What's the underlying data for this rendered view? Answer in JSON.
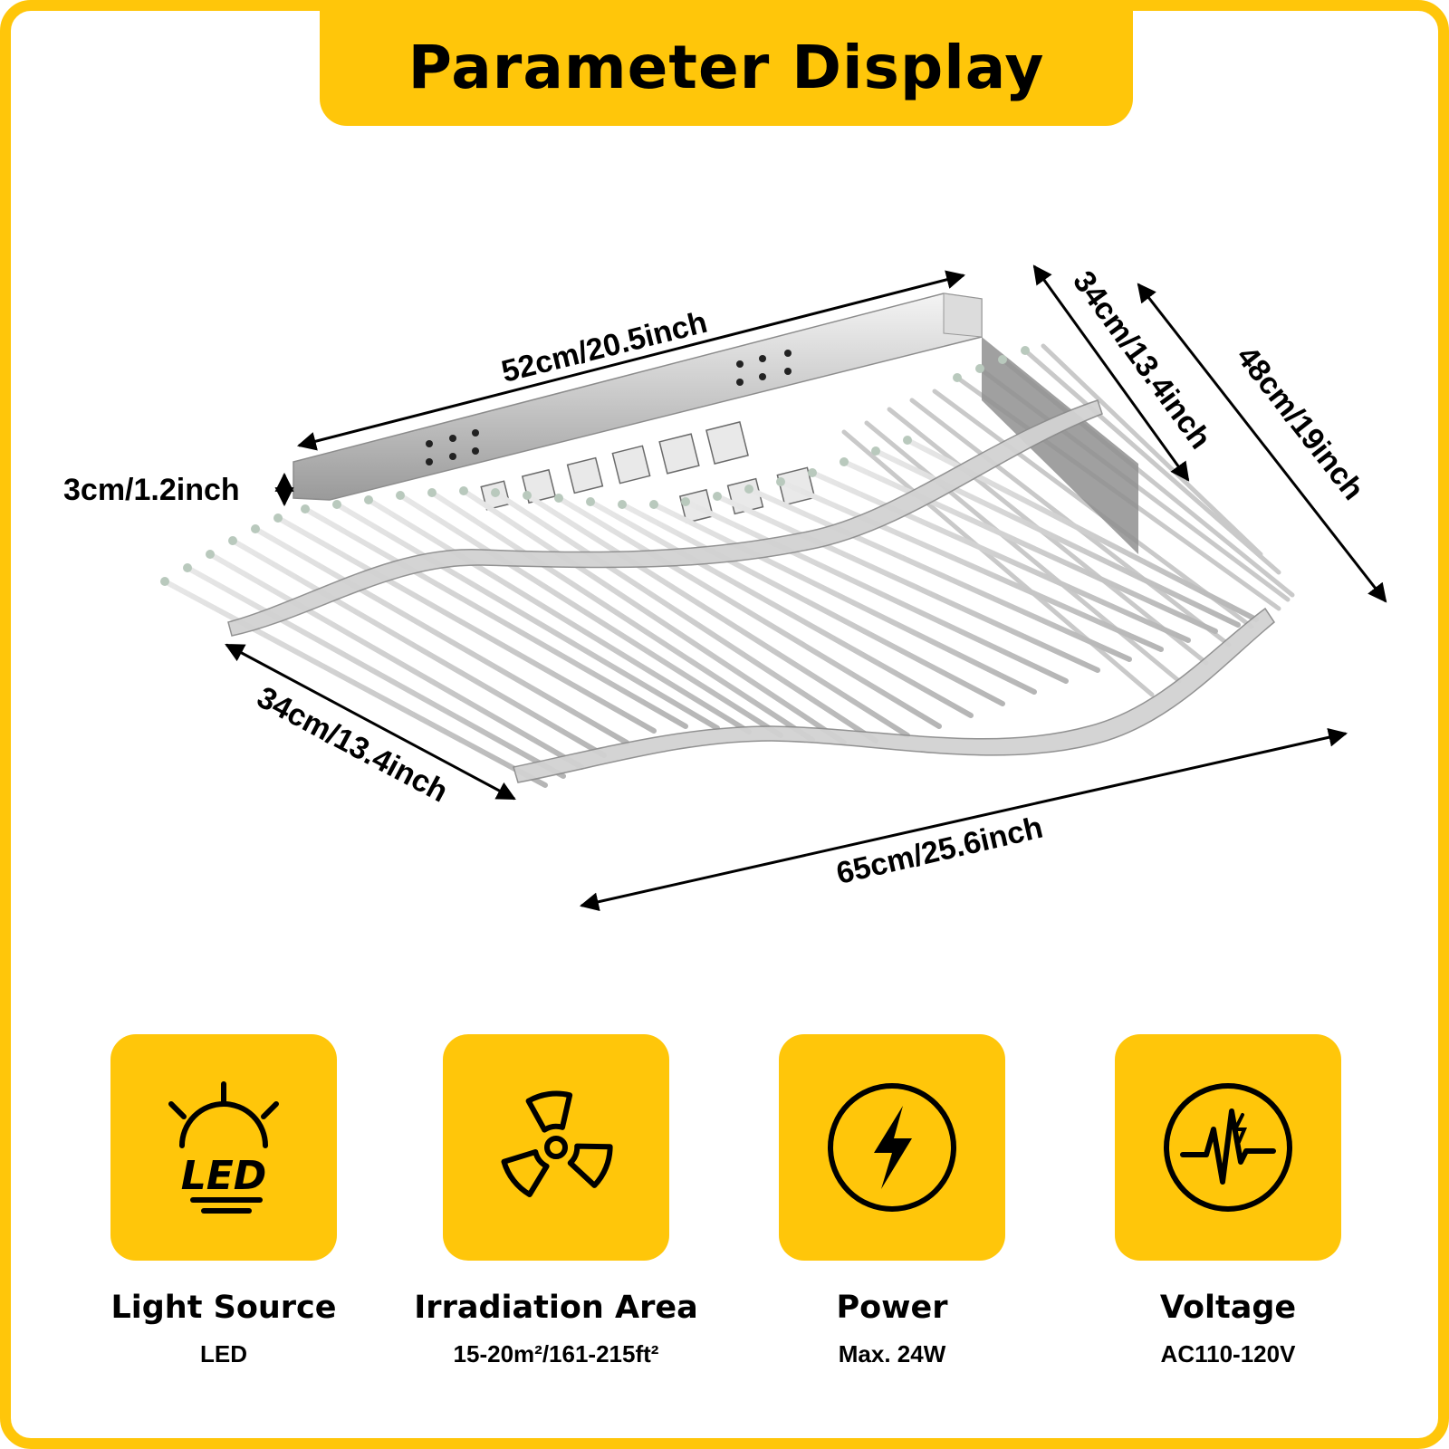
{
  "header": {
    "title": "Parameter Display"
  },
  "dimensions": {
    "top_length": "52cm/20.5inch",
    "right_depth_inner": "34cm/13.4inch",
    "right_depth_outer": "48cm/19inch",
    "height": "3cm/1.2inch",
    "left_depth": "34cm/13.4inch",
    "bottom_length": "65cm/25.6inch"
  },
  "features": [
    {
      "icon": "led-icon",
      "title": "Light Source",
      "value": "LED",
      "icon_text": "LED"
    },
    {
      "icon": "radiation-icon",
      "title": "Irradiation Area",
      "value": "15-20m²/161-215ft²"
    },
    {
      "icon": "lightning-bolt-icon",
      "title": "Power",
      "value": "Max. 24W"
    },
    {
      "icon": "voltage-wave-icon",
      "title": "Voltage",
      "value": "AC110-120V"
    }
  ],
  "colors": {
    "accent": "#FFC60A",
    "text": "#000000",
    "background": "#FFFFFF"
  }
}
